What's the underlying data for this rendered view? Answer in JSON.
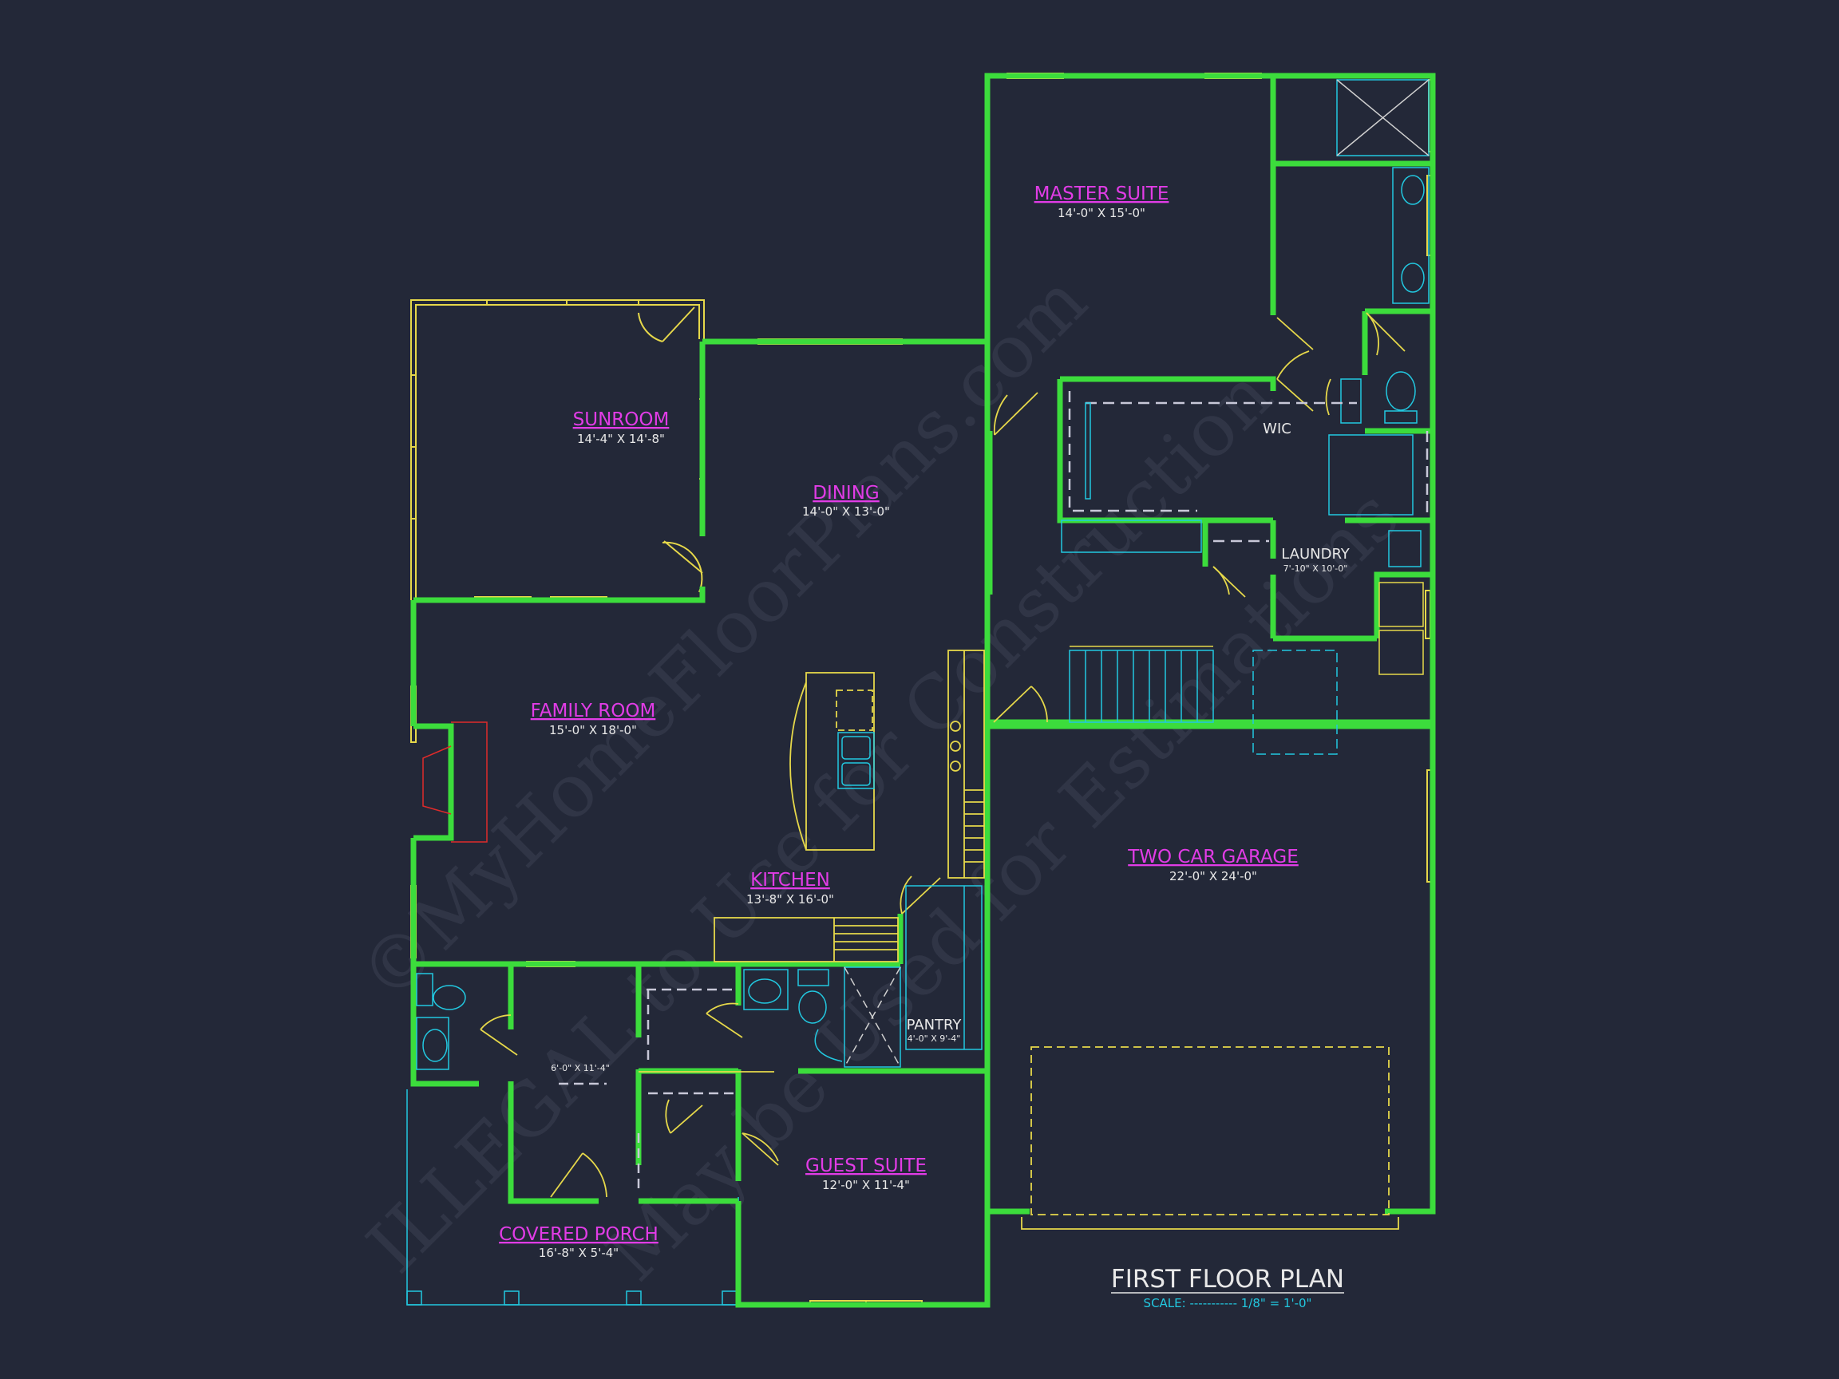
{
  "rooms": {
    "master_suite": {
      "name": "MASTER SUITE",
      "dims": "14'-0\" X 15'-0\""
    },
    "sunroom": {
      "name": "SUNROOM",
      "dims": "14'-4\" X 14'-8\""
    },
    "dining": {
      "name": "DINING",
      "dims": "14'-0\" X 13'-0\""
    },
    "wic": {
      "name": "WIC"
    },
    "laundry": {
      "name": "LAUNDRY",
      "dims": "7'-10\" X 10'-0\""
    },
    "family_room": {
      "name": "FAMILY ROOM",
      "dims": "15'-0\" X 18'-0\""
    },
    "kitchen": {
      "name": "KITCHEN",
      "dims": "13'-8\" X 16'-0\""
    },
    "two_car_garage": {
      "name": "TWO CAR GARAGE",
      "dims": "22'-0\" X 24'-0\""
    },
    "pantry": {
      "name": "PANTRY",
      "dims": "4'-0\" X 9'-4\""
    },
    "foyer": {
      "dims": "6'-0\" X 11'-4\""
    },
    "guest_suite": {
      "name": "GUEST SUITE",
      "dims": "12'-0\" X 11'-4\""
    },
    "covered_porch": {
      "name": "COVERED PORCH",
      "dims": "16'-8\" X 5'-4\""
    }
  },
  "plan_title": "FIRST FLOOR PLAN",
  "scale_text": "SCALE: ----------- 1/8\" = 1'-0\"",
  "watermark": {
    "line1": "©MyHomeFloorPlans.com",
    "line2": "ILLEGAL to Use for Construction",
    "line3": "May be Used for Estimations"
  },
  "colors": {
    "background": "#232838",
    "walls": "#3cdc3c",
    "windows": "#e6d84a",
    "fixtures": "#22c8e0",
    "labels": "#e13ce6",
    "fireplace": "#e02a2a"
  }
}
